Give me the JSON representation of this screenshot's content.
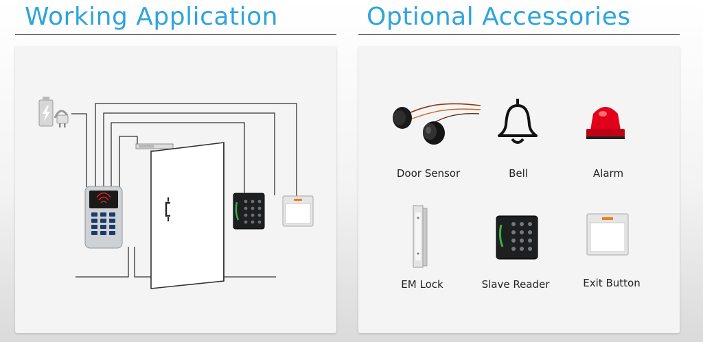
{
  "headings": {
    "working": "Working Application",
    "optional": "Optional Accessories"
  },
  "accessories": [
    {
      "label": "Door Sensor",
      "icon": "door-sensor-icon"
    },
    {
      "label": "Bell",
      "icon": "bell-icon"
    },
    {
      "label": "Alarm",
      "icon": "alarm-light-icon"
    },
    {
      "label": "EM Lock",
      "icon": "em-lock-icon"
    },
    {
      "label": "Slave Reader",
      "icon": "slave-reader-icon"
    },
    {
      "label": "Exit Button",
      "icon": "exit-button-icon"
    }
  ],
  "colors": {
    "heading": "#2ea4dc",
    "alarm": "#e3001b",
    "indicator": "#f07b1c",
    "reader_led": "#3fae49"
  }
}
